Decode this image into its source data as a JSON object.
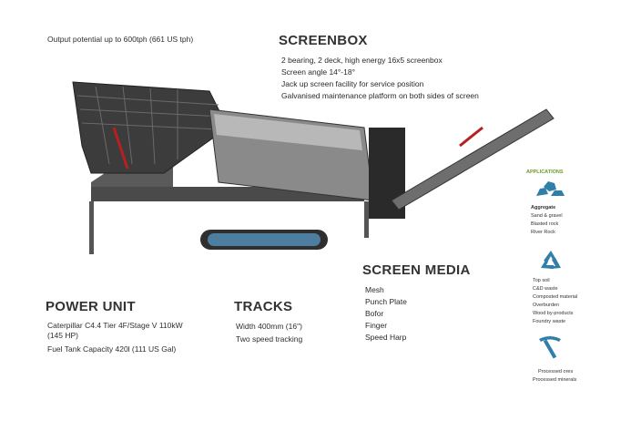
{
  "output_potential": "Output potential up to 600tph (661 US tph)",
  "screenbox": {
    "title": "SCREENBOX",
    "lines": [
      "2 bearing, 2 deck, high energy 16x5 screenbox",
      "Screen angle 14°-18°",
      "Jack up screen facility for service position",
      "Galvanised maintenance platform on both sides of screen"
    ]
  },
  "screen_media": {
    "title": "SCREEN MEDIA",
    "items": [
      "Mesh",
      "Punch Plate",
      "Bofor",
      "Finger",
      "Speed Harp"
    ]
  },
  "power_unit": {
    "title": "POWER UNIT",
    "lines": [
      "Caterpillar C4.4 Tier 4F/Stage V 110kW",
      "(145 HP)",
      "Fuel Tank Capacity 420l (111 US Gal)"
    ]
  },
  "tracks": {
    "title": "TRACKS",
    "lines": [
      "Width 400mm (16\")",
      "Two speed tracking"
    ]
  },
  "applications": {
    "title": "APPLICATIONS",
    "aggregate": [
      "Aggregate",
      "Sand & gravel",
      "Blasted rock",
      "River Rock"
    ],
    "recycling": [
      "Top soil",
      "C&D waste",
      "Composted material",
      "Overburden",
      "Wood by-products",
      "Foundry waste"
    ],
    "mining": [
      "Processed ores",
      "Processed minerals"
    ],
    "icons": [
      "rocks-icon",
      "recycle-icon",
      "pickaxe-icon"
    ],
    "accent_color": "#2f7fa8",
    "title_color": "#6a9a2c"
  }
}
